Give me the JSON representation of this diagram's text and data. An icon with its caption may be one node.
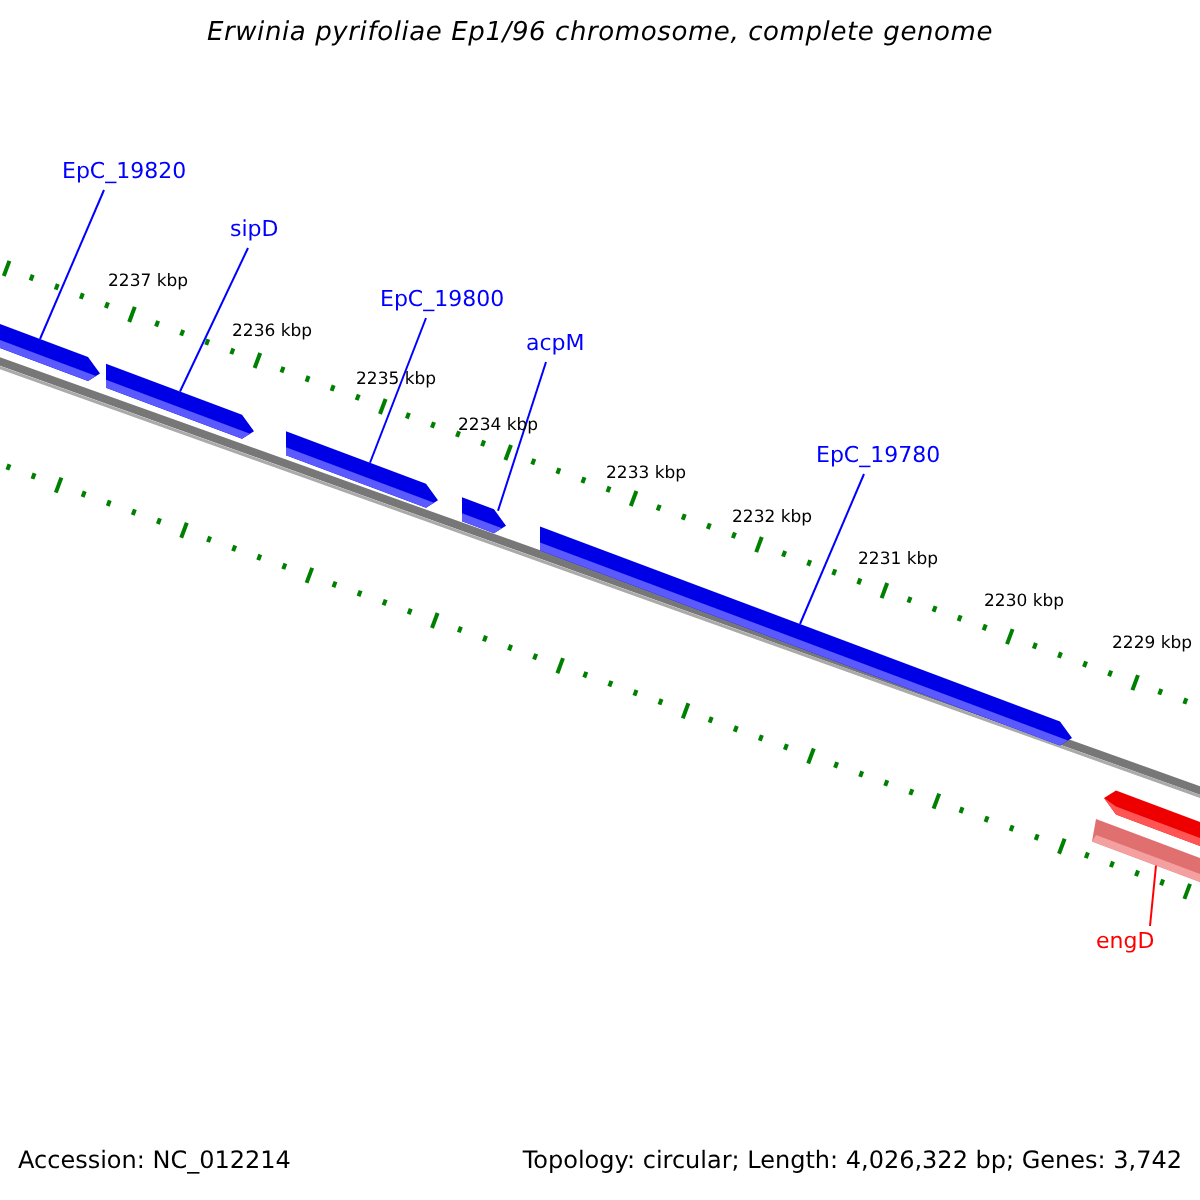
{
  "diagram": {
    "title": "Erwinia pyrifoliae Ep1/96 chromosome, complete genome",
    "nodes": [
      {
        "text": [
          "EpC_19820"
        ]
      },
      {
        "text": [
          "sipD"
        ]
      },
      {
        "text": [
          "EpC_19800"
        ]
      },
      {
        "text": [
          "acpM"
        ]
      },
      {
        "text": [
          "EpC_19780"
        ]
      },
      {
        "text": [
          "engD"
        ]
      },
      {
        "text": [],
        "shape": "arrow"
      },
      {
        "text": [],
        "shape": "arrow"
      },
      {
        "text": [],
        "shape": "arrow"
      },
      {
        "text": [],
        "shape": "arrow"
      },
      {
        "text": [],
        "shape": "arrow"
      },
      {
        "text": [],
        "shape": "arrow"
      },
      {
        "text": [],
        "shape": "bar"
      }
    ],
    "edges": [
      {
        "from": 0,
        "to": 6,
        "arrow": "none"
      },
      {
        "from": 1,
        "to": 7,
        "arrow": "none"
      },
      {
        "from": 2,
        "to": 8,
        "arrow": "none"
      },
      {
        "from": 3,
        "to": 9,
        "arrow": "none"
      },
      {
        "from": 4,
        "to": 10,
        "arrow": "none"
      },
      {
        "from": 5,
        "to": 12,
        "arrow": "none",
        "color": "#ff0000"
      }
    ],
    "labels": [
      "2237 kbp",
      "2236 kbp",
      "2235 kbp",
      "2234 kbp",
      "2233 kbp",
      "2232 kbp",
      "2231 kbp",
      "2230 kbp",
      "2229 kbp",
      "Accession: NC_012214",
      "Topology: circular; Length: 4,026,322 bp; Genes: 3,742"
    ]
  }
}
